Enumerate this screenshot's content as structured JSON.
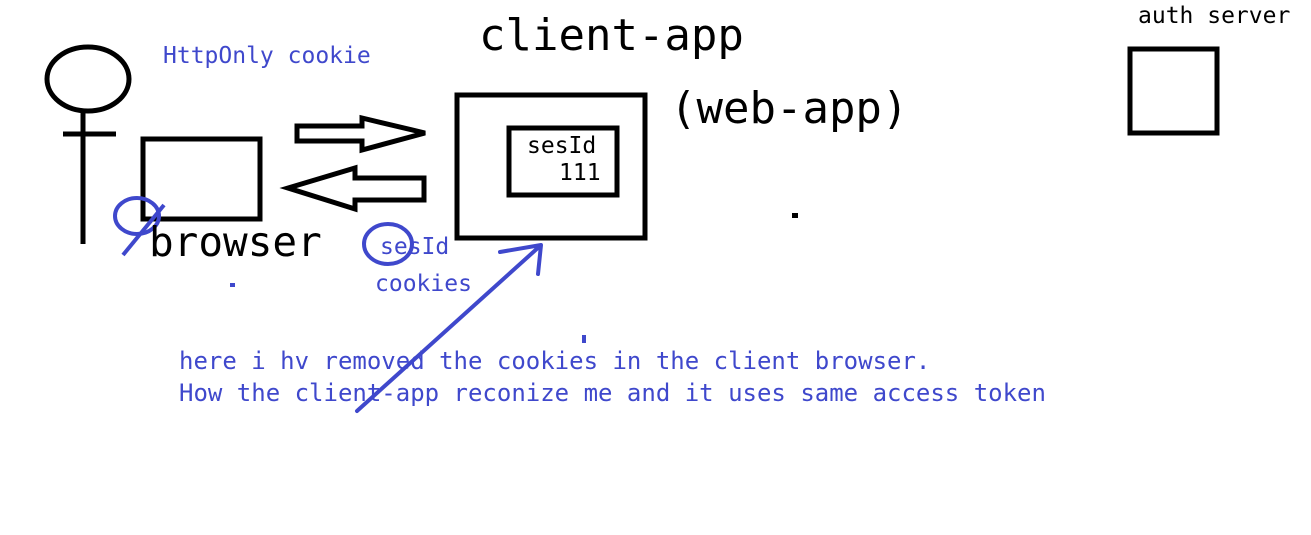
{
  "diagram": {
    "client_app_title": "client-app",
    "web_app_subtitle": "(web-app)",
    "auth_server_label": "auth server",
    "browser_label": "browser",
    "httponly_label": "HttpOnly cookie",
    "session_box": {
      "key": "sesId",
      "value": "111"
    },
    "cookie_label": {
      "line1": "sesId",
      "line2": "cookies"
    },
    "note": {
      "line1": "here i hv removed the cookies in the client browser.",
      "line2": "How the client-app reconize me and it uses same access token"
    },
    "colors": {
      "ink": "#000000",
      "annotation": "#3f48cc"
    }
  }
}
